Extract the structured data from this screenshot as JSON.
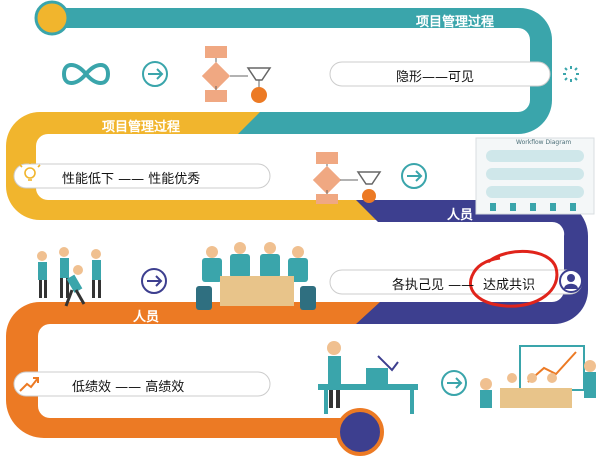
{
  "sections": [
    {
      "title": "项目管理过程",
      "caption": "隐形——可见",
      "icon": "spinner-icon",
      "color": "#3aa5ab"
    },
    {
      "title": "项目管理过程",
      "caption": "性能低下 —— 性能优秀",
      "icon": "lightbulb-icon",
      "color": "#f1b52d"
    },
    {
      "title": "人员",
      "caption_prefix": "各执己见 ——",
      "caption_highlight": "达成共识",
      "icon": "user-icon",
      "color": "#3d3f8f"
    },
    {
      "title": "人员",
      "caption": "低绩效 —— 高绩效",
      "icon": "growth-chart-icon",
      "color": "#ec7a24"
    }
  ],
  "diagram_thumbnail_title": "Workflow Diagram",
  "annotation": {
    "type": "hand-drawn-circle",
    "color": "#e0241b",
    "target": "达成共识"
  }
}
